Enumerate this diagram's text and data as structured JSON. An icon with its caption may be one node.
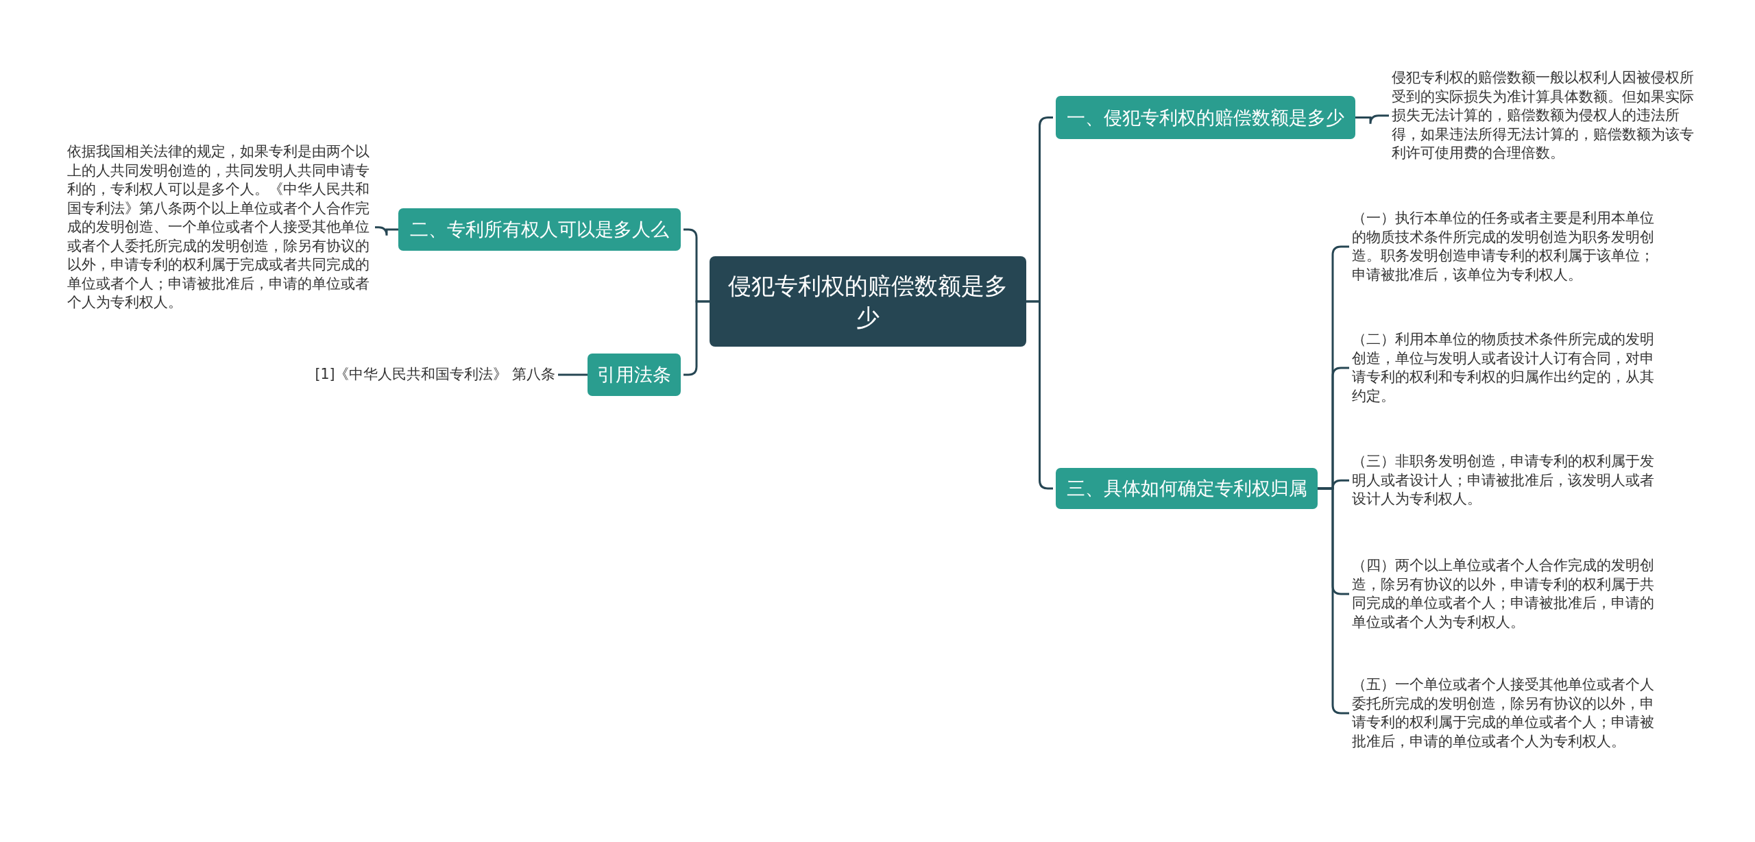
{
  "diagram": {
    "nodes": [
      {
        "text": [
          "侵犯专利权的赔偿数额是多少"
        ]
      },
      {
        "text": [
          "一、侵犯专利权的赔偿数额是多少"
        ]
      },
      {
        "text": [
          "侵犯专利权的赔偿数额一般以权利人因被侵权所受到的实际损失为准计算具体数额。但如果实际损失无法计算的，赔偿数额为侵权人的违法所得，如果违法所得无法计算的，赔偿数额为该专利许可使用费的合理倍数。"
        ]
      },
      {
        "text": [
          "二、专利所有权人可以是多人么"
        ]
      },
      {
        "text": [
          "依据我国相关法律的规定，如果专利是由两个以上的人共同发明创造的，共同发明人共同申请专利的，专利权人可以是多个人。《中华人民共和国专利法》第八条两个以上单位或者个人合作完成的发明创造、一个单位或者个人接受其他单位或者个人委托所完成的发明创造，除另有协议的以外，申请专利的权利属于完成或者共同完成的单位或者个人；申请被批准后，申请的单位或者个人为专利权人。"
        ]
      },
      {
        "text": [
          "引用法条"
        ]
      },
      {
        "text": [
          "[1]《中华人民共和国专利法》 第八条"
        ]
      },
      {
        "text": [
          "三、具体如何确定专利权归属"
        ]
      },
      {
        "text": [
          "（一）执行本单位的任务或者主要是利用本单位的物质技术条件所完成的发明创造为职务发明创造。职务发明创造申请专利的权利属于该单位；申请被批准后，该单位为专利权人。"
        ]
      },
      {
        "text": [
          "（二）利用本单位的物质技术条件所完成的发明创造，单位与发明人或者设计人订有合同，对申请专利的权利和专利权的归属作出约定的，从其约定。"
        ]
      },
      {
        "text": [
          "（三）非职务发明创造，申请专利的权利属于发明人或者设计人；申请被批准后，该发明人或者设计人为专利权人。"
        ]
      },
      {
        "text": [
          "（四）两个以上单位或者个人合作完成的发明创造，除另有协议的以外，申请专利的权利属于共同完成的单位或者个人；申请被批准后，申请的单位或者个人为专利权人。"
        ]
      },
      {
        "text": [
          "（五）一个单位或者个人接受其他单位或者个人委托所完成的发明创造，除另有协议的以外，申请专利的权利属于完成的单位或者个人；申请被批准后，申请的单位或者个人为专利权人。"
        ]
      }
    ],
    "edges": [
      {
        "from": 0,
        "to": 1,
        "arrow": "none"
      },
      {
        "from": 0,
        "to": 7,
        "arrow": "none"
      },
      {
        "from": 0,
        "to": 3,
        "arrow": "none"
      },
      {
        "from": 0,
        "to": 5,
        "arrow": "none"
      },
      {
        "from": 1,
        "to": 2,
        "arrow": "none"
      },
      {
        "from": 3,
        "to": 4,
        "arrow": "none"
      },
      {
        "from": 5,
        "to": 6,
        "arrow": "none"
      },
      {
        "from": 7,
        "to": 8,
        "arrow": "none"
      },
      {
        "from": 7,
        "to": 9,
        "arrow": "none"
      },
      {
        "from": 7,
        "to": 10,
        "arrow": "none"
      },
      {
        "from": 7,
        "to": 11,
        "arrow": "none"
      },
      {
        "from": 7,
        "to": 12,
        "arrow": "none"
      }
    ]
  }
}
